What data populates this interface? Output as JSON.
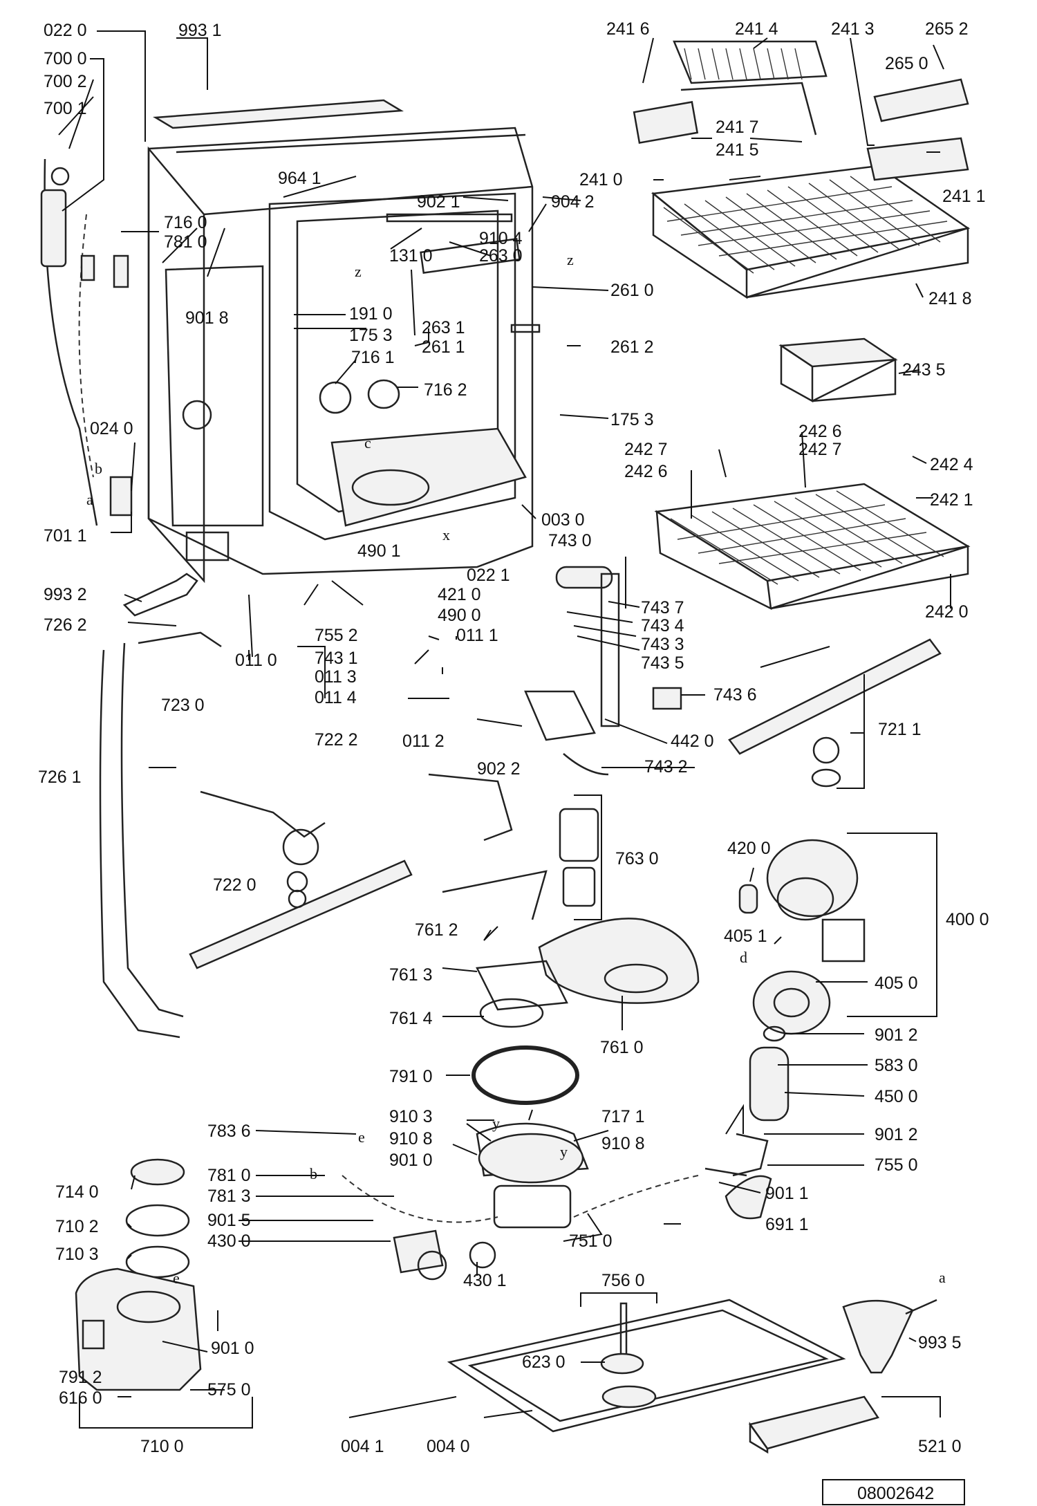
{
  "drawing_number": "08002642",
  "parts": {
    "p0220": "022 0",
    "p9931": "993 1",
    "p7000": "700 0",
    "p7002": "700 2",
    "p7001": "700 1",
    "p9641": "964 1",
    "p9021": "902 1",
    "p9042": "904 2",
    "p9104": "910 4",
    "p1310": "131 0",
    "p2630": "263 0",
    "p2610": "261 0",
    "p7160": "716 0",
    "p7810": "781 0",
    "p9018": "901 8",
    "p1910": "191 0",
    "p1753a": "175 3",
    "p2631": "263 1",
    "p2611": "261 1",
    "p2612": "261 2",
    "p7161": "716 1",
    "p7162": "716 2",
    "p1753b": "175 3",
    "p0240": "024 0",
    "p7011": "701 1",
    "p0030": "003 0",
    "p4901": "490 1",
    "p4210": "421 0",
    "p4900": "490 0",
    "p0221": "022 1",
    "p9932": "993 2",
    "p7262": "726 2",
    "p0110": "011 0",
    "p7552": "755 2",
    "p7431": "743 1",
    "p0111": "011 1",
    "p0113": "011 3",
    "p0114": "011 4",
    "p0112": "011 2",
    "p9022": "902 2",
    "p7230": "723 0",
    "p7222": "722 2",
    "p7261": "726 1",
    "p7220": "722 0",
    "p7430": "743 0",
    "p7437": "743 7",
    "p7434": "743 4",
    "p7433": "743 3",
    "p7435": "743 5",
    "p7436": "743 6",
    "p4420": "442 0",
    "p7432": "743 2",
    "p7211": "721 1",
    "p2416": "241 6",
    "p2414": "241 4",
    "p2413": "241 3",
    "p2652": "265 2",
    "p2650": "265 0",
    "p2417": "241 7",
    "p2415": "241 5",
    "p2410": "241 0",
    "p2411": "241 1",
    "p2418": "241 8",
    "p2435": "243 5",
    "p2426a": "242 6",
    "p2427a": "242 7",
    "p2427b": "242 7",
    "p2426b": "242 6",
    "p2424": "242 4",
    "p2421": "242 1",
    "p2420": "242 0",
    "p7630": "763 0",
    "p7612": "761 2",
    "p7613": "761 3",
    "p7614": "761 4",
    "p7610": "761 0",
    "p4200": "420 0",
    "p4000": "400 0",
    "p4051": "405 1",
    "p4050": "405 0",
    "p9012a": "901 2",
    "p7910": "791 0",
    "p5830": "583 0",
    "p4500": "450 0",
    "p9103": "910 3",
    "p7171": "717 1",
    "p9108a": "910 8",
    "p9108b": "910 8",
    "p9012b": "901 2",
    "p7836": "783 6",
    "p9010a": "901 0",
    "p7550": "755 0",
    "p7810b": "781 0",
    "p9011": "901 1",
    "p7813": "781 3",
    "p7140": "714 0",
    "p7102": "710 2",
    "p9015": "901 5",
    "p4300": "430 0",
    "p7510": "751 0",
    "p6911": "691 1",
    "p7103": "710 3",
    "p4301": "430 1",
    "p7560": "756 0",
    "p9010b": "901 0",
    "p6230": "623 0",
    "p9935": "993 5",
    "p7912": "791 2",
    "p6160": "616 0",
    "p5750": "575 0",
    "p7100": "710 0",
    "p0041": "004 1",
    "p0040": "004 0",
    "p5210": "521 0"
  },
  "letters": {
    "a": "a",
    "b": "b",
    "c": "c",
    "d": "d",
    "e": "e",
    "x": "x",
    "y": "y",
    "z": "z"
  },
  "colors": {
    "ink": "#111111",
    "paper": "#ffffff"
  }
}
